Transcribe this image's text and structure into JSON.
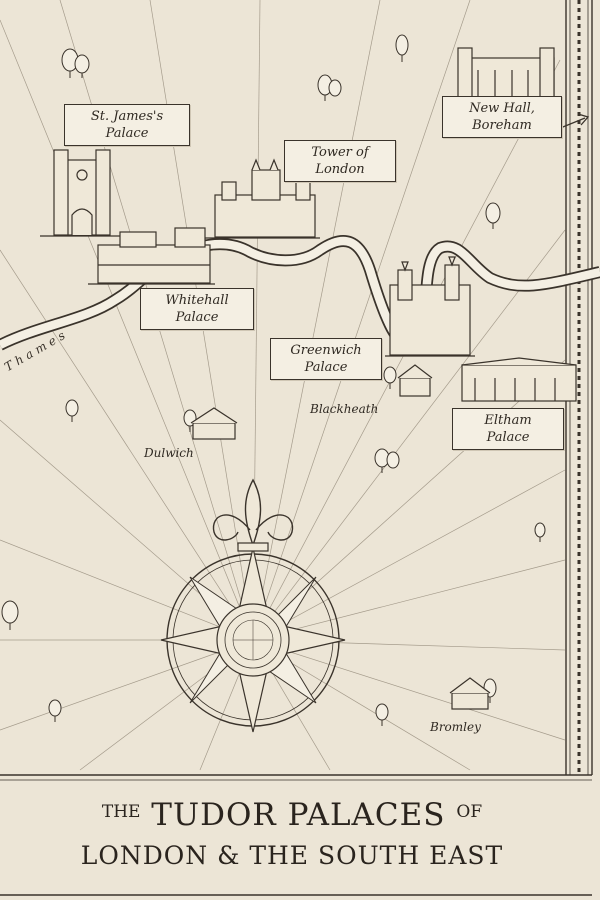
{
  "map": {
    "places": {
      "st_james": [
        "St. James's",
        "Palace"
      ],
      "tower": [
        "Tower of",
        "London"
      ],
      "new_hall": [
        "New Hall,",
        "Boreham"
      ],
      "whitehall": [
        "Whitehall",
        "Palace"
      ],
      "greenwich": [
        "Greenwich",
        "Palace"
      ],
      "eltham": [
        "Eltham",
        "Palace"
      ]
    },
    "towns": {
      "blackheath": "Blackheath",
      "dulwich": "Dulwich",
      "bromley": "Bromley"
    },
    "river": "Thames"
  },
  "title": {
    "the": "THE",
    "main": "TUDOR PALACES",
    "of": "OF",
    "line2": "LONDON & THE SOUTH EAST"
  },
  "colors": {
    "paper": "#ece5d6",
    "ink": "#3a332b",
    "river": "#f4efe3"
  }
}
